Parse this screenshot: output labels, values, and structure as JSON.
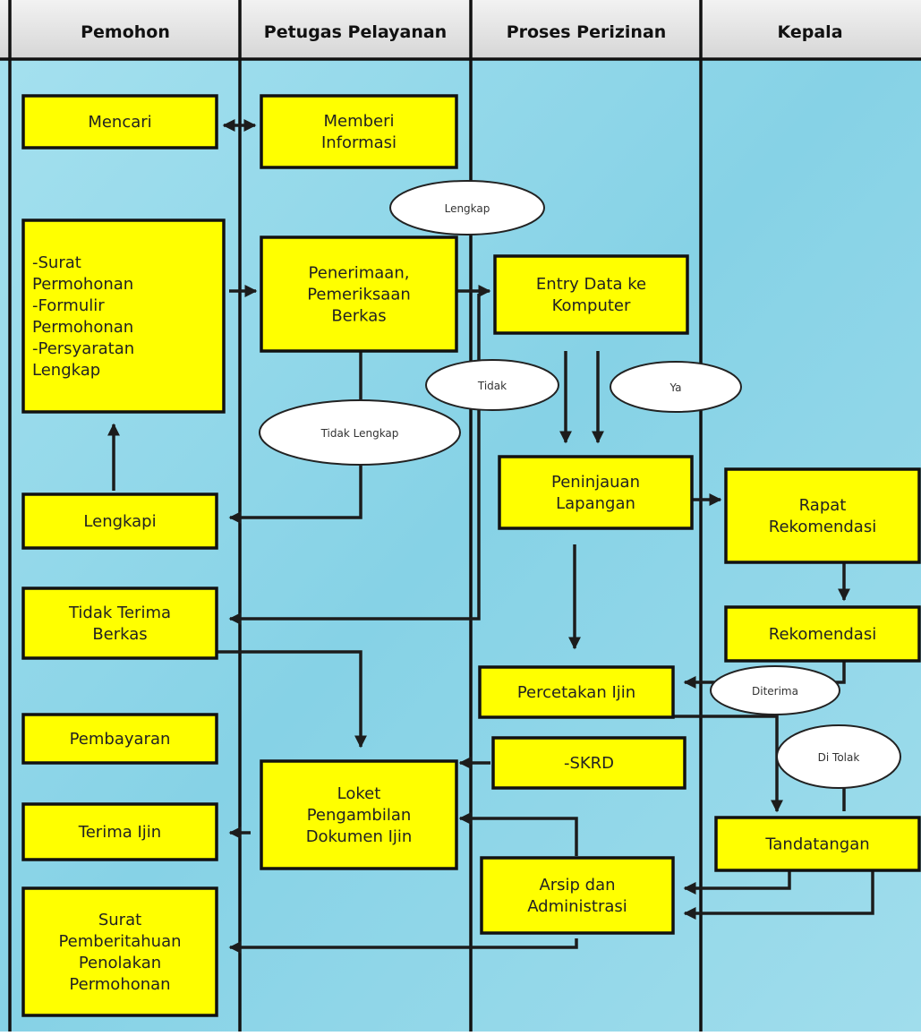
{
  "colors": {
    "box_fill": "#ffff00",
    "background": "#8fd7ea",
    "header": "#e6e6e6"
  },
  "lanes": [
    {
      "key": "pemohon",
      "label": "Pemohon"
    },
    {
      "key": "petugas",
      "label": "Petugas Pelayanan"
    },
    {
      "key": "proses",
      "label": "Proses Perizinan"
    },
    {
      "key": "kepala",
      "label": "Kepala"
    }
  ],
  "boxes": {
    "mencari": [
      "Mencari"
    ],
    "memberi_informasi": [
      "Memberi",
      "Informasi"
    ],
    "persyaratan": [
      "-Surat",
      "Permohonan",
      "-Formulir",
      "Permohonan",
      "-Persyaratan",
      "Lengkap"
    ],
    "penerimaan": [
      "Penerimaan,",
      "Pemeriksaan",
      "Berkas"
    ],
    "entry_data": [
      "Entry Data ke",
      "Komputer"
    ],
    "lengkapi": [
      "Lengkapi"
    ],
    "peninjauan": [
      "Peninjauan",
      "Lapangan"
    ],
    "rapat": [
      "Rapat",
      "Rekomendasi"
    ],
    "tidak_terima": [
      "Tidak Terima",
      "Berkas"
    ],
    "rekomendasi": [
      "Rekomendasi"
    ],
    "percetakan": [
      "Percetakan Ijin"
    ],
    "pembayaran": [
      "Pembayaran"
    ],
    "skrd": [
      "-SKRD"
    ],
    "loket": [
      "Loket",
      "Pengambilan",
      "Dokumen Ijin"
    ],
    "terima_ijin": [
      "Terima Ijin"
    ],
    "tandatangan": [
      "Tandatangan"
    ],
    "arsip": [
      "Arsip dan",
      "Administrasi"
    ],
    "surat_penolakan": [
      "Surat",
      "Pemberitahuan",
      "Penolakan",
      "Permohonan"
    ]
  },
  "decisions": {
    "lengkap": "Lengkap",
    "tidak": "Tidak",
    "ya": "Ya",
    "tidak_lengkap": "Tidak Lengkap",
    "diterima": "Diterima",
    "ditolak": "Di Tolak"
  }
}
